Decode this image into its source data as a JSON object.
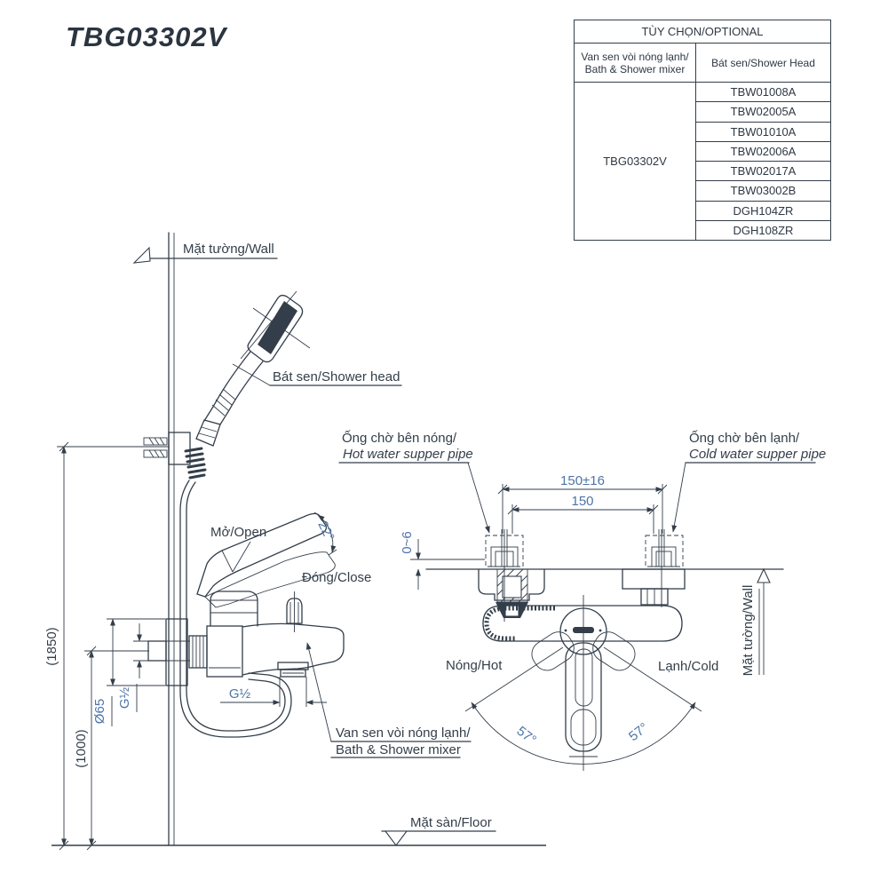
{
  "title": "TBG03302V",
  "table": {
    "header": "TÙY CHỌN/OPTIONAL",
    "col1_header_line1": "Van sen vòi nóng lạnh/",
    "col1_header_line2": "Bath & Shower mixer",
    "col2_header": "Bát sen/Shower Head",
    "model": "TBG03302V",
    "shower_heads": [
      "TBW01008A",
      "TBW02005A",
      "TBW01010A",
      "TBW02006A",
      "TBW02017A",
      "TBW03002B",
      "DGH104ZR",
      "DGH108ZR"
    ]
  },
  "diagram": {
    "labels": {
      "wall_top": "Mặt tường/Wall",
      "shower_head": "Bát sen/Shower head",
      "open": "Mở/Open",
      "close": "Đóng/Close",
      "hot_pipe_vi": "Ống chờ bên nóng/",
      "hot_pipe_en": "Hot water supper pipe",
      "cold_pipe_vi": "Ống chờ bên lạnh/",
      "cold_pipe_en": "Cold water supper pipe",
      "hot": "Nóng/Hot",
      "cold": "Lạnh/Cold",
      "wall_right": "Mặt tường/Wall",
      "mixer_vi": "Van sen vòi nóng lạnh/",
      "mixer_en": "Bath & Shower mixer",
      "floor": "Mặt sàn/Floor"
    },
    "dims": {
      "lever_angle": "22°",
      "shower_height": "(1850)",
      "mixer_height": "(1000)",
      "escutcheon_diameter": "Ø65",
      "inlet_thread": "G½",
      "outlet_thread": "G½",
      "pitch_tolerance": "150±16",
      "pitch": "150",
      "wall_gap": "0~6",
      "swing_left": "57°",
      "swing_right": "57°"
    },
    "colors": {
      "line": "#333e4a",
      "dim_text": "#4d74a8"
    }
  }
}
